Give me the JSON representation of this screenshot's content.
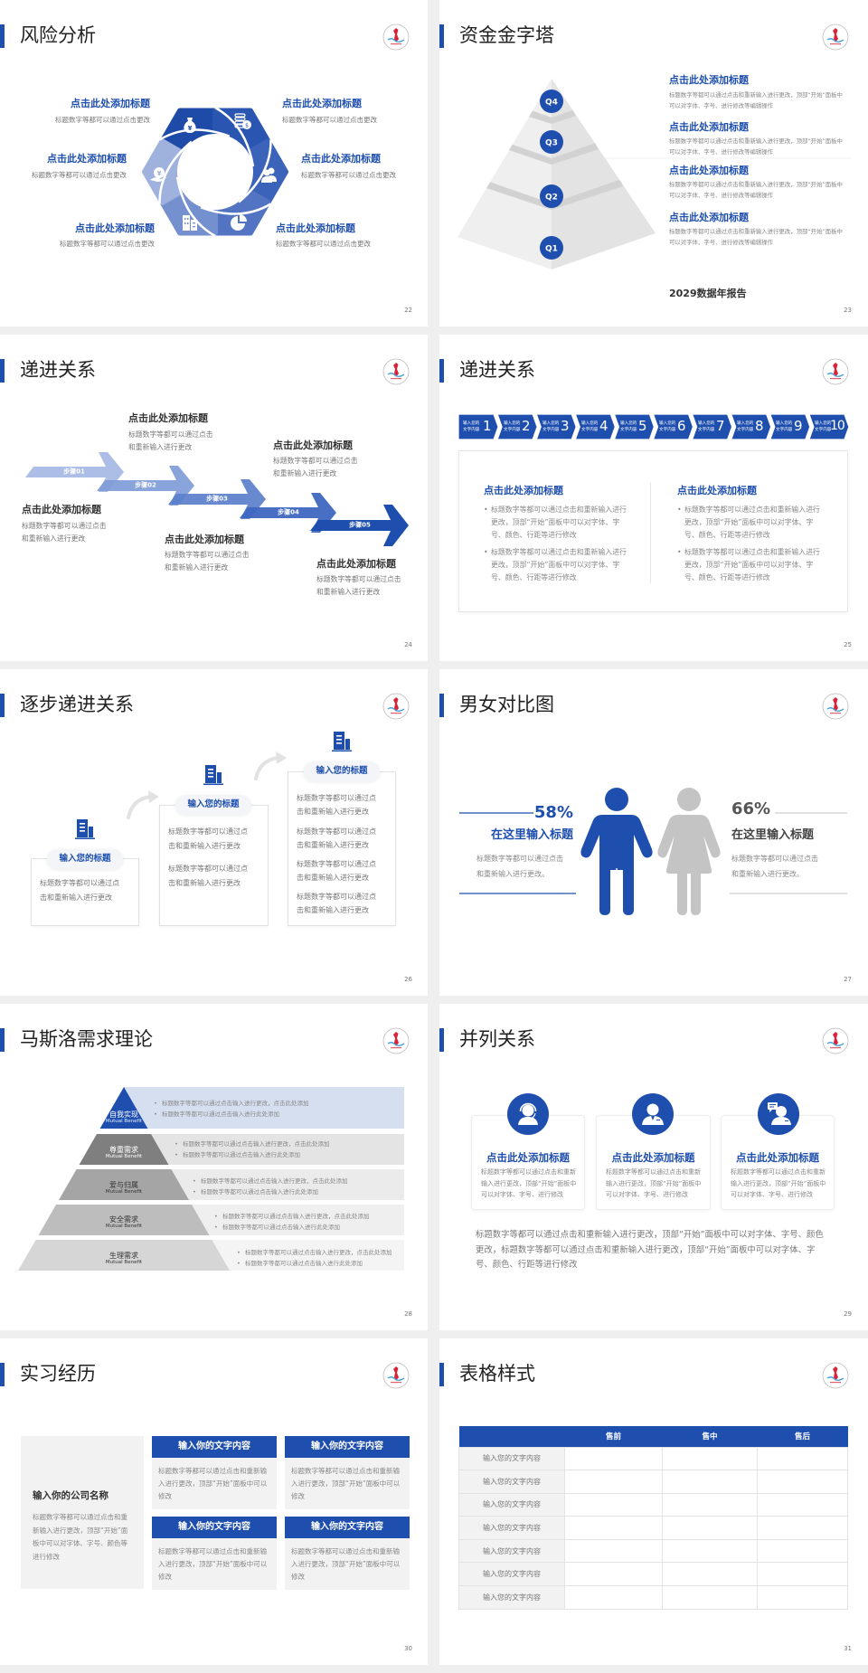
{
  "theme": {
    "accent": "#1f4fae",
    "figure_gray": "#c4c4c4",
    "background": "#efefef"
  },
  "logo": {
    "icon": "school-emblem-icon"
  },
  "s22": {
    "title": "风险分析",
    "page": "22",
    "items": [
      {
        "title": "点击此处添加标题",
        "desc": "标题数字等都可以通过点击更改",
        "icon": "money-bag-icon"
      },
      {
        "title": "点击此处添加标题",
        "desc": "标题数字等都可以通过点击更改",
        "icon": "coins-icon"
      },
      {
        "title": "点击此处添加标题",
        "desc": "标题数字等都可以通过点击更改",
        "icon": "people-icon"
      },
      {
        "title": "点击此处添加标题",
        "desc": "标题数字等都可以通过点击更改",
        "icon": "pie-chart-icon"
      },
      {
        "title": "点击此处添加标题",
        "desc": "标题数字等都可以通过点击更改",
        "icon": "building-icon"
      },
      {
        "title": "点击此处添加标题",
        "desc": "标题数字等都可以通过点击更改",
        "icon": "yen-hand-icon"
      }
    ]
  },
  "s23": {
    "title": "资金金字塔",
    "page": "23",
    "levels": [
      "Q4",
      "Q3",
      "Q2",
      "Q1"
    ],
    "items": [
      {
        "title": "点击此处添加标题",
        "desc": "标题数字等都可以通过点击和重新输入进行更改，顶部“开始”面板中可以对字体、字号、进行修改等编辑操作"
      },
      {
        "title": "点击此处添加标题",
        "desc": "标题数字等都可以通过点击和重新输入进行更改，顶部“开始”面板中可以对字体、字号、进行修改等编辑操作"
      },
      {
        "title": "点击此处添加标题",
        "desc": "标题数字等都可以通过点击和重新输入进行更改，顶部“开始”面板中可以对字体、字号、进行修改等编辑操作"
      },
      {
        "title": "点击此处添加标题",
        "desc": "标题数字等都可以通过点击和重新输入进行更改，顶部“开始”面板中可以对字体、字号、进行修改等编辑操作"
      }
    ],
    "footer": "2029数据年报告"
  },
  "s24": {
    "title": "递进关系",
    "page": "24",
    "steps": [
      "步骤01",
      "步骤02",
      "步骤03",
      "步骤04",
      "步骤05"
    ],
    "items": [
      {
        "title": "点击此处添加标题",
        "desc": [
          "标题数字等都可以通过点击",
          "和重新输入进行更改"
        ]
      },
      {
        "title": "点击此处添加标题",
        "desc": [
          "标题数字等都可以通过点击",
          "和重新输入进行更改"
        ]
      },
      {
        "title": "点击此处添加标题",
        "desc": [
          "标题数字等都可以通过点击",
          "和重新输入进行更改"
        ]
      },
      {
        "title": "点击此处添加标题",
        "desc": [
          "标题数字等都可以通过点击",
          "和重新输入进行更改"
        ]
      },
      {
        "title": "点击此处添加标题",
        "desc": [
          "标题数字等都可以通过点击",
          "和重新输入进行更改"
        ]
      }
    ]
  },
  "s25": {
    "title": "递进关系",
    "page": "25",
    "chevrons": [
      {
        "label1": "输入您的",
        "label2": "文字内容",
        "num": "1"
      },
      {
        "label1": "输入您的",
        "label2": "文字内容",
        "num": "2"
      },
      {
        "label1": "输入您的",
        "label2": "文字内容",
        "num": "3"
      },
      {
        "label1": "输入您的",
        "label2": "文字内容",
        "num": "4"
      },
      {
        "label1": "输入您的",
        "label2": "文字内容",
        "num": "5"
      },
      {
        "label1": "输入您的",
        "label2": "文字内容",
        "num": "6"
      },
      {
        "label1": "输入您的",
        "label2": "文字内容",
        "num": "7"
      },
      {
        "label1": "输入您的",
        "label2": "文字内容",
        "num": "8"
      },
      {
        "label1": "输入您的",
        "label2": "文字内容",
        "num": "9"
      },
      {
        "label1": "输入您的",
        "label2": "文字内容",
        "num": "10"
      }
    ],
    "columns": [
      {
        "title": "点击此处添加标题",
        "bullets": [
          "标题数字等都可以通过点击和重新输入进行更改，顶部“开始”面板中可以对字体、字号、颜色、行距等进行修改",
          "标题数字等都可以通过点击和重新输入进行更改，顶部“开始”面板中可以对字体、字号、颜色、行距等进行修改"
        ]
      },
      {
        "title": "点击此处添加标题",
        "bullets": [
          "标题数字等都可以通过点击和重新输入进行更改，顶部“开始”面板中可以对字体、字号、颜色、行距等进行修改",
          "标题数字等都可以通过点击和重新输入进行更改，顶部“开始”面板中可以对字体、字号、颜色、行距等进行修改"
        ]
      }
    ]
  },
  "s26": {
    "title": "逐步递进关系",
    "page": "26",
    "steps": [
      {
        "label": "输入您的标题",
        "paras": [
          "标题数字等都可以通过点击和重新输入进行更改"
        ]
      },
      {
        "label": "输入您的标题",
        "paras": [
          "标题数字等都可以通过点击和重新输入进行更改",
          "标题数字等都可以通过点击和重新输入进行更改"
        ]
      },
      {
        "label": "输入您的标题",
        "paras": [
          "标题数字等都可以通过点击和重新输入进行更改",
          "标题数字等都可以通过点击和重新输入进行更改",
          "标题数字等都可以通过点击和重新输入进行更改",
          "标题数字等都可以通过点击和重新输入进行更改"
        ]
      }
    ]
  },
  "s27": {
    "title": "男女对比图",
    "page": "27",
    "male": {
      "percent": "58%",
      "title": "在这里输入标题",
      "desc": [
        "标题数字等都可以通过点击",
        "和重新输入进行更改。"
      ]
    },
    "female": {
      "percent": "66%",
      "title": "在这里输入标题",
      "desc": [
        "标题数字等都可以通过点击",
        "和重新输入进行更改。"
      ]
    }
  },
  "s28": {
    "title": "马斯洛需求理论",
    "page": "28",
    "tiers": [
      {
        "name": "自我实现",
        "en": "Mutual Benefit",
        "bullets": [
          "标题数字等都可以通过点击输入进行更改，点击此处添加",
          "标题数字等都可以通过点击输入进行此处添加"
        ]
      },
      {
        "name": "尊重需求",
        "en": "Mutual Benefit",
        "bullets": [
          "标题数字等都可以通过点击输入进行更改，点击此处添加",
          "标题数字等都可以通过点击输入进行此处添加"
        ]
      },
      {
        "name": "爱与归属",
        "en": "Mutual Benefit",
        "bullets": [
          "标题数字等都可以通过点击输入进行更改，点击此处添加",
          "标题数字等都可以通过点击输入进行此处添加"
        ]
      },
      {
        "name": "安全需求",
        "en": "Mutual Benefit",
        "bullets": [
          "标题数字等都可以通过点击输入进行更改，点击此处添加",
          "标题数字等都可以通过点击输入进行此处添加"
        ]
      },
      {
        "name": "生理需求",
        "en": "Mutual Benefit",
        "bullets": [
          "标题数字等都可以通过点击输入进行更改，点击此处添加",
          "标题数字等都可以通过点击输入进行此处添加"
        ]
      }
    ]
  },
  "s29": {
    "title": "并列关系",
    "page": "29",
    "cards": [
      {
        "icon": "headset-agent-icon",
        "title": "点击此处添加标题",
        "desc": "标题数字等都可以通过点击和重新输入进行更改，顶部“开始”面板中可以对字体、字号、进行修改"
      },
      {
        "icon": "person-icon",
        "title": "点击此处添加标题",
        "desc": "标题数字等都可以通过点击和重新输入进行更改，顶部“开始”面板中可以对字体、字号、进行修改"
      },
      {
        "icon": "person-chat-icon",
        "title": "点击此处添加标题",
        "desc": "标题数字等都可以通过点击和重新输入进行更改，顶部“开始”面板中可以对字体、字号、进行修改"
      }
    ],
    "paragraph": "标题数字等都可以通过点击和重新输入进行更改，顶部“开始”面板中可以对字体、字号、颜色更改，标题数字等都可以通过点击和重新输入进行更改，顶部“开始”面板中可以对字体、字号、颜色、行距等进行修改"
  },
  "s30": {
    "title": "实习经历",
    "page": "30",
    "company": {
      "name": "输入你的公司名称",
      "desc": "标题数字等都可以通过点击和重新输入进行更改，顶部“开始”面板中可以对字体、字号、颜色等进行修改"
    },
    "cards": [
      {
        "header": "输入你的文字内容",
        "body": "标题数字等都可以通过点击和重新输入进行更改，顶部“开始”面板中可以修改"
      },
      {
        "header": "输入你的文字内容",
        "body": "标题数字等都可以通过点击和重新输入进行更改，顶部“开始”面板中可以修改"
      },
      {
        "header": "输入你的文字内容",
        "body": "标题数字等都可以通过点击和重新输入进行更改，顶部“开始”面板中可以修改"
      },
      {
        "header": "输入你的文字内容",
        "body": "标题数字等都可以通过点击和重新输入进行更改，顶部“开始”面板中可以修改"
      }
    ]
  },
  "s31": {
    "title": "表格样式",
    "page": "31",
    "table": {
      "headers": [
        "",
        "售前",
        "售中",
        "售后"
      ],
      "rows": [
        [
          "输入您的文字内容",
          "",
          "",
          ""
        ],
        [
          "输入您的文字内容",
          "",
          "",
          ""
        ],
        [
          "输入您的文字内容",
          "",
          "",
          ""
        ],
        [
          "输入您的文字内容",
          "",
          "",
          ""
        ],
        [
          "输入您的文字内容",
          "",
          "",
          ""
        ],
        [
          "输入您的文字内容",
          "",
          "",
          ""
        ],
        [
          "输入您的文字内容",
          "",
          "",
          ""
        ]
      ]
    }
  }
}
